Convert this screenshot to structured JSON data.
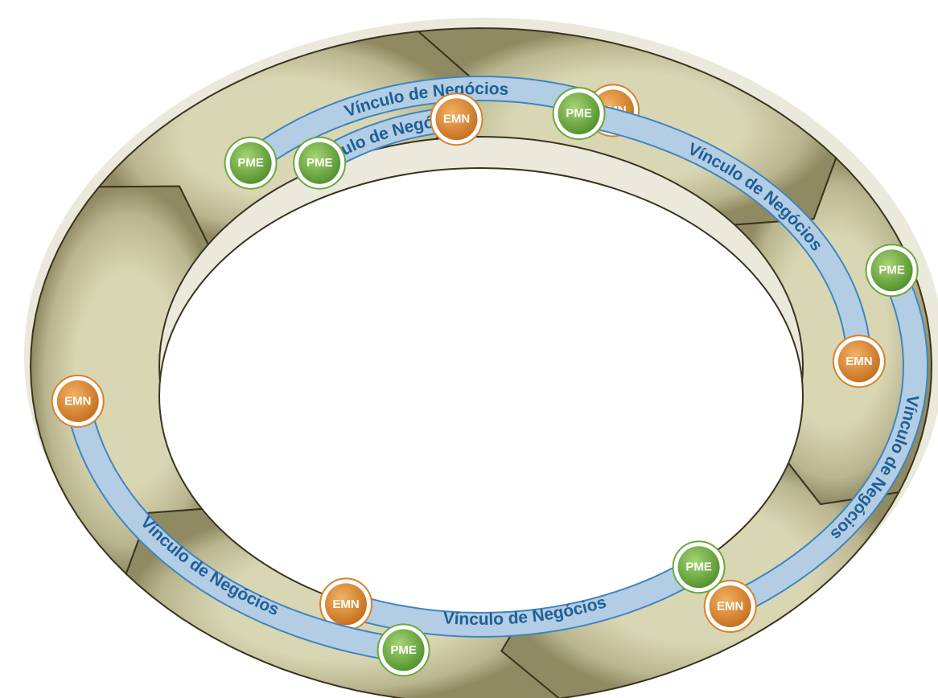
{
  "diagram": {
    "colors": {
      "arrow_fill": "#a8a57d",
      "arrow_outline": "#3a3420",
      "band_fill": "#b3cde4",
      "band_line": "#3f86bf",
      "label_text": "#1f5f96",
      "pme_green": "#6aa83c",
      "emn_orange": "#d8822a"
    },
    "bands": [
      {
        "label": "Vínculo de Negócios",
        "badges": [
          {
            "type": "pme",
            "text": "PME"
          },
          {
            "type": "emn",
            "text": "EMN"
          }
        ]
      },
      {
        "label": "Vínculo de Negócios",
        "badges": [
          {
            "type": "pme",
            "text": "PME"
          },
          {
            "type": "emn",
            "text": "EMN"
          }
        ]
      },
      {
        "label": "Vínculo de Negócios",
        "badges": [
          {
            "type": "pme",
            "text": "PME"
          },
          {
            "type": "emn",
            "text": "EMN"
          }
        ]
      },
      {
        "label": "Vínculo de Negócios",
        "badges": [
          {
            "type": "pme",
            "text": "PME"
          },
          {
            "type": "emn",
            "text": "EMN"
          }
        ]
      },
      {
        "label": "Vínculo de Negócios",
        "badges": [
          {
            "type": "pme",
            "text": "PME"
          },
          {
            "type": "emn",
            "text": "EMN"
          }
        ]
      },
      {
        "label": "Vínculo de Negócios",
        "badges": [
          {
            "type": "pme",
            "text": "PME"
          },
          {
            "type": "emn",
            "text": "EMN"
          }
        ]
      }
    ]
  }
}
